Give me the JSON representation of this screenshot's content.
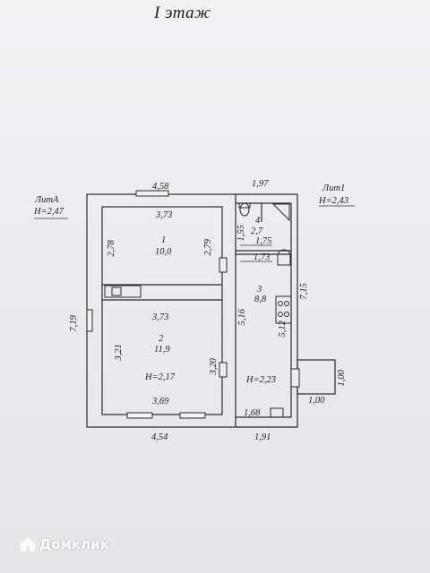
{
  "title": "I этаж",
  "lit_a": {
    "name": "ЛитА",
    "height": "Н=2,47"
  },
  "lit_1": {
    "name": "Лит1",
    "height": "Н=2,43"
  },
  "rooms": [
    {
      "number": "1",
      "area": "10,0"
    },
    {
      "number": "2",
      "area": "11,9"
    },
    {
      "number": "3",
      "area": "8,8"
    },
    {
      "number": "4",
      "area": "2,7"
    }
  ],
  "dims": {
    "top_a": "4,58",
    "top_1": "1,97",
    "room1_top": "3,73",
    "room1_left": "2,78",
    "room1_right": "2,79",
    "room1_bottom": "3,73",
    "room2_left": "3,21",
    "room2_right": "3,20",
    "room2_height": "Н=2,17",
    "room2_bottom": "3,69",
    "bottom_a": "4,54",
    "bottom_1": "1,91",
    "left_total": "7,19",
    "right_total": "7,15",
    "room4_side": "1,55",
    "room4_width": "1,75",
    "room3_top": "1,73",
    "room3_left": "5,16",
    "room3_right": "5,12",
    "room3_height": "Н=2,23",
    "room3_bottom": "1,68",
    "porch_width": "1,00",
    "porch_depth": "1,00"
  },
  "watermark": "Домклик"
}
